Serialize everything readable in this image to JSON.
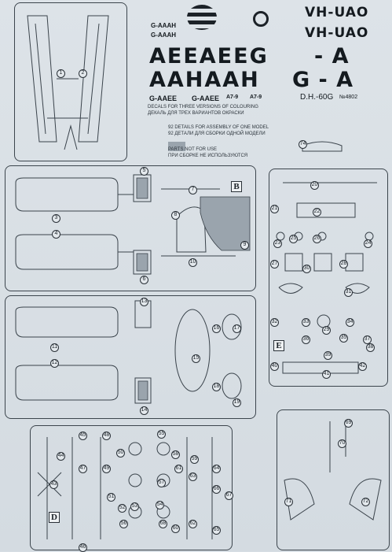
{
  "decals": {
    "registration_1": "VH-UAO",
    "registration_2": "VH-UAO",
    "row1_letters": "AEEAEEG",
    "row1_suffix": "- A",
    "row2_letters": "AAHAAH",
    "row2_suffix": "G - A",
    "small_left": "G-AAEE",
    "small_mid": "G-AAEE",
    "small_a79": "A7-9",
    "small_a79_b": "A7-9",
    "model": "D.H.-60G",
    "catalog": "№4802",
    "small_gaaah_1": "G-AAAH",
    "small_gaaah_2": "G-AAAH"
  },
  "captions": {
    "decals_en": "DECALS FOR THREE VERSIONS OF COLOURING",
    "decals_ru": "ДЕКАЛЬ ДЛЯ ТРЕХ ВАРИАНТОВ ОКРАСКИ",
    "details_en": "92 DETAILS FOR ASSEMBLY OF ONE MODEL",
    "details_ru": "92 ДЕТАЛИ ДЛЯ СБОРКИ ОДНОЙ МОДЕЛИ",
    "notuse_en": "PARTS NOT FOR USE",
    "notuse_ru": "ПРИ СБОРКЕ НЕ ИСПОЛЬЗУЮТСЯ"
  },
  "letters": {
    "b": "B",
    "e": "E",
    "d": "D"
  },
  "parts": [
    "1",
    "2",
    "3",
    "4",
    "5",
    "6",
    "7",
    "8",
    "9",
    "10",
    "11",
    "12",
    "13",
    "14",
    "15",
    "16",
    "17",
    "18",
    "19",
    "20",
    "21",
    "22",
    "23",
    "24",
    "25",
    "26",
    "27",
    "28",
    "29",
    "30",
    "31",
    "32",
    "33",
    "34",
    "35",
    "36",
    "37",
    "38",
    "39",
    "40",
    "41",
    "42",
    "43",
    "44",
    "45",
    "46",
    "47",
    "48",
    "49",
    "50",
    "51",
    "52",
    "53",
    "54",
    "55",
    "56",
    "57",
    "58",
    "59",
    "60",
    "61",
    "62",
    "63",
    "64",
    "65",
    "66",
    "67",
    "68",
    "69",
    "70",
    "71",
    "72",
    "74"
  ]
}
